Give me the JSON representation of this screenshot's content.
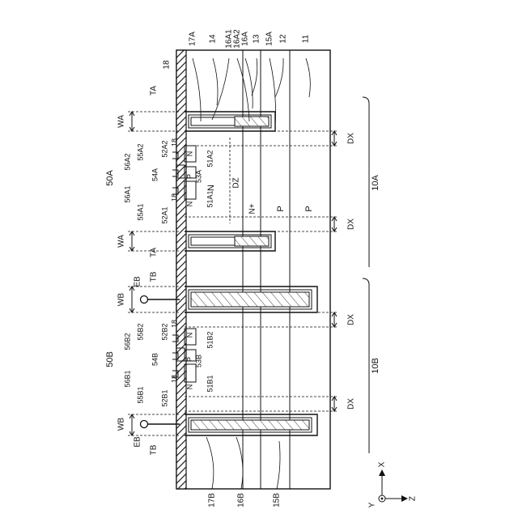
{
  "labels": {
    "top": [
      "17A",
      "14",
      "16A1",
      "16A2",
      "16A",
      "13",
      "15A",
      "12",
      "11"
    ],
    "ta": "TA",
    "tb": "TB",
    "wa": "WA",
    "wb": "WB",
    "dx": "DX",
    "dz": "DZ",
    "eb": "EB",
    "n": "N",
    "p": "P",
    "nplus": "N+",
    "cell_a": "50A",
    "cell_b": "50B",
    "region_a": "10A",
    "region_b": "10B",
    "ref18": "18",
    "a": {
      "56A2": "56A2",
      "55A2": "55A2",
      "52A2": "52A2",
      "54A": "54A",
      "53A": "53A",
      "51A2": "51A2",
      "56A1": "56A1",
      "55A1": "55A1",
      "52A1": "52A1",
      "51A1": "51A1"
    },
    "b": {
      "56B2": "56B2",
      "55B2": "55B2",
      "52B2": "52B2",
      "54B": "54B",
      "53B": "53B",
      "51B2": "51B2",
      "56B1": "56B1",
      "55B1": "55B1",
      "52B1": "52B1",
      "51B1": "51B1"
    },
    "bottom": [
      "17B",
      "16B",
      "15B"
    ],
    "axes": {
      "x": "X",
      "y": "Y",
      "z": "Z"
    }
  }
}
